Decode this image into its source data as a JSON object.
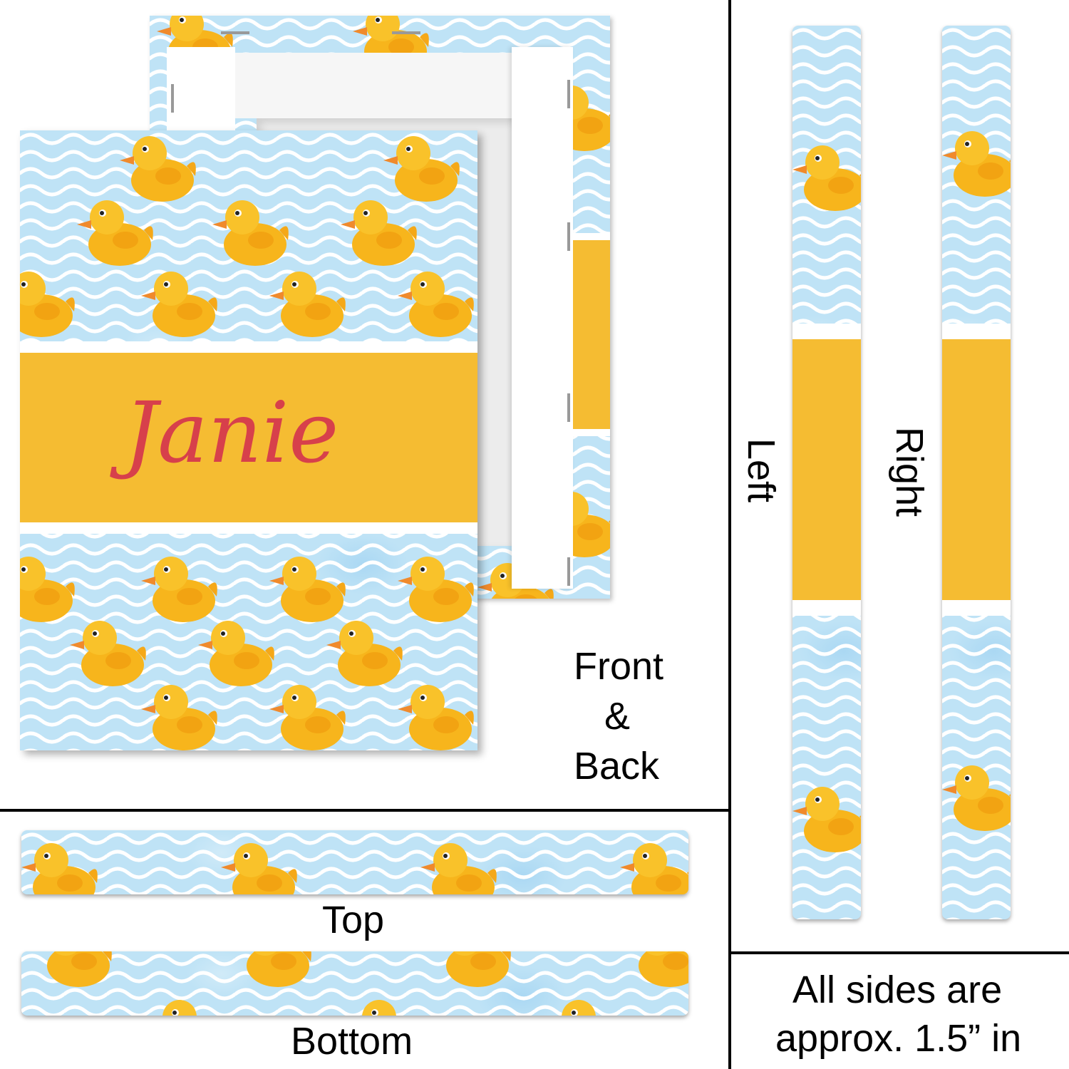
{
  "personalization": {
    "name": "Janie"
  },
  "labels": {
    "front_back": [
      "Front",
      "&",
      "Back"
    ],
    "left": "Left",
    "right": "Right",
    "top": "Top",
    "bottom": "Bottom",
    "note": [
      "All sides are",
      "approx. 1.5” in"
    ]
  },
  "colors": {
    "water": "#bfe3f6",
    "wave": "#ffffff",
    "band": "#f5bc32",
    "band_stripe": "#ffffff",
    "name_text": "#d7404b",
    "duck_body": "#f7b51c",
    "duck_beak": "#f08a2c",
    "frame_white": "#ffffff"
  },
  "icons": {
    "duck": "rubber-duck-icon",
    "staple": "staple-icon"
  }
}
